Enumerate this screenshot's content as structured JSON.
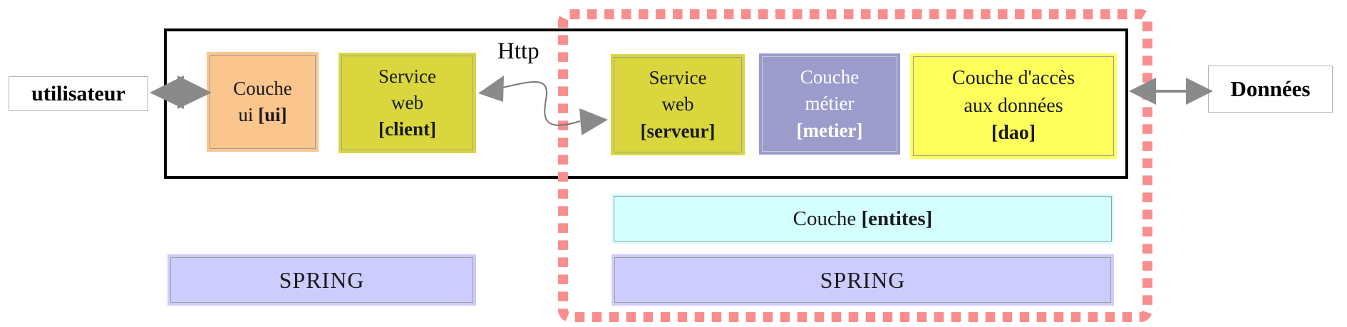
{
  "diagram": {
    "nodes": {
      "utilisateur": {
        "label": "utilisateur"
      },
      "ui": {
        "l1": "Couche",
        "l2a": "ui ",
        "l2b": "[ui]"
      },
      "client": {
        "l1": "Service",
        "l2": "web",
        "l3": "[client]"
      },
      "http": {
        "label": "Http"
      },
      "serveur": {
        "l1": "Service",
        "l2": "web",
        "l3": "[serveur]"
      },
      "metier": {
        "l1": "Couche",
        "l2": "métier",
        "l3": "[metier]"
      },
      "dao": {
        "l1": "Couche d'accès",
        "l2": "aux données",
        "l3": "[dao]"
      },
      "donnees": {
        "label": "Données"
      },
      "entites": {
        "a": "Couche ",
        "b": "[entites]"
      },
      "spring_left": {
        "label": "SPRING"
      },
      "spring_right": {
        "label": "SPRING"
      }
    },
    "colors": {
      "ui_fill": "#FBC68E",
      "webservice_fill": "#D9D63E",
      "metier_fill": "#9B9CCB",
      "metier_text": "#FFFFFF",
      "dao_fill": "#FFFF5C",
      "entites_fill": "#D3FFFF",
      "spring_fill": "#CDCCFE",
      "dashed_frame": "#F98E8E",
      "solid_frame": "#000000",
      "arrow_gray": "#8A8A8A"
    }
  }
}
